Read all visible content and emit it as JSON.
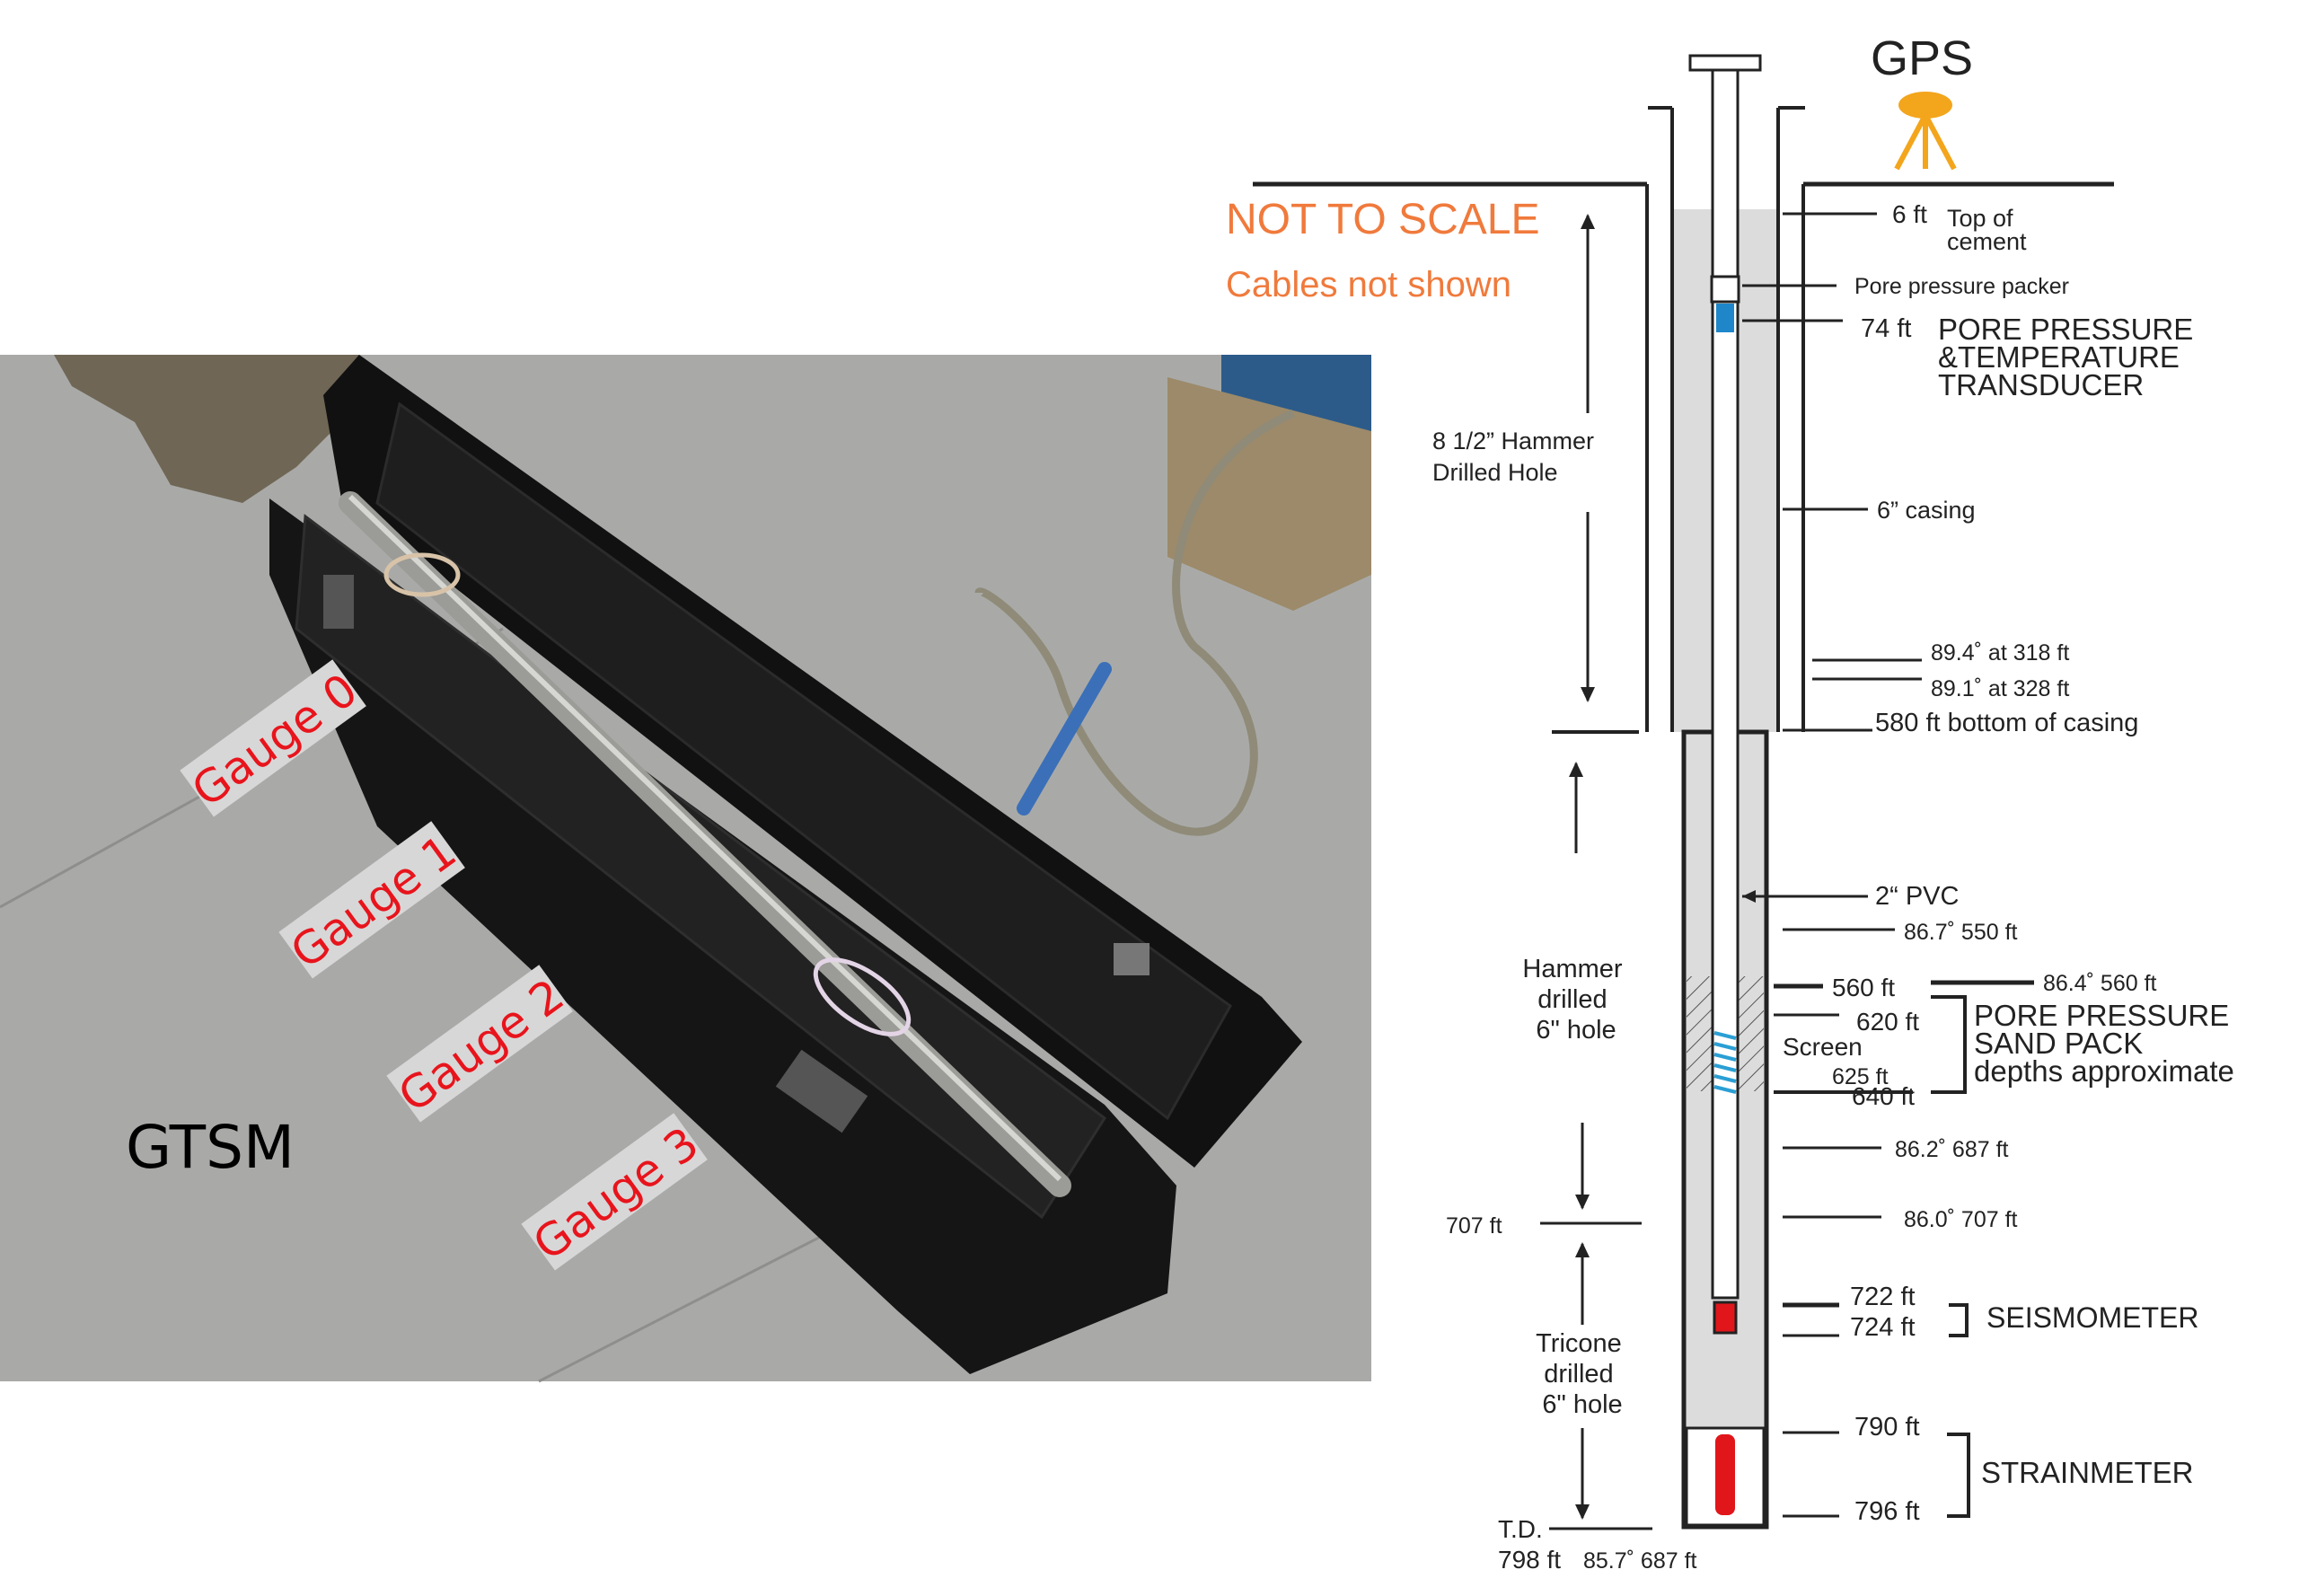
{
  "photo": {
    "gtsm_label": "GTSM",
    "gauges": [
      "Gauge 0",
      "Gauge 1",
      "Gauge 2",
      "Gauge 3"
    ],
    "colors": {
      "gauge_text": "#e8141c",
      "gauge_bg": "#d7d7d7",
      "floor": "#a9aaa8",
      "case": "#151515"
    }
  },
  "diagram": {
    "gps_label": "GPS",
    "not_to_scale": "NOT TO SCALE",
    "cables_not_shown": "Cables not shown",
    "hammer_hole": [
      "8 1/2” Hammer",
      "Drilled Hole"
    ],
    "hammer_6in": [
      "Hammer",
      "drilled",
      "6\" hole"
    ],
    "tricone": [
      "Tricone",
      "drilled",
      "6\" hole"
    ],
    "depth_707_left": "707 ft",
    "td": [
      "T.D.",
      "798 ft"
    ],
    "td_angle": "85.7˚ 687 ft",
    "top_cement": [
      "6 ft",
      "Top of",
      "cement"
    ],
    "pore_packer": "Pore pressure packer",
    "transducer_depth": "74 ft",
    "transducer": [
      "PORE PRESSURE",
      "&TEMPERATURE",
      "TRANSDUCER"
    ],
    "casing": "6” casing",
    "angle_318": "89.4˚ at 318 ft",
    "angle_328": "89.1˚ at 328 ft",
    "bottom_casing": "580 ft bottom of casing",
    "pvc": "2“ PVC",
    "angle_550": "86.7˚ 550 ft",
    "d560": "560 ft",
    "angle_560": "86.4˚ 560 ft",
    "d620": "620 ft",
    "screen": "Screen",
    "d625": "625 ft",
    "d640": "640 ft",
    "sand_pack": [
      "PORE PRESSURE",
      "SAND PACK",
      "depths approximate"
    ],
    "angle_687": "86.2˚ 687 ft",
    "angle_707": "86.0˚ 707 ft",
    "d722": "722 ft",
    "d724": "724 ft",
    "seismometer": "SEISMOMETER",
    "d790": "790 ft",
    "d796": "796 ft",
    "strainmeter": "STRAINMETER",
    "colors": {
      "orange": "#f07a3c",
      "gps": "#f3a51c",
      "cement": "#dcdcdc",
      "blue": "#1e86c9",
      "red": "#e0161b"
    }
  }
}
